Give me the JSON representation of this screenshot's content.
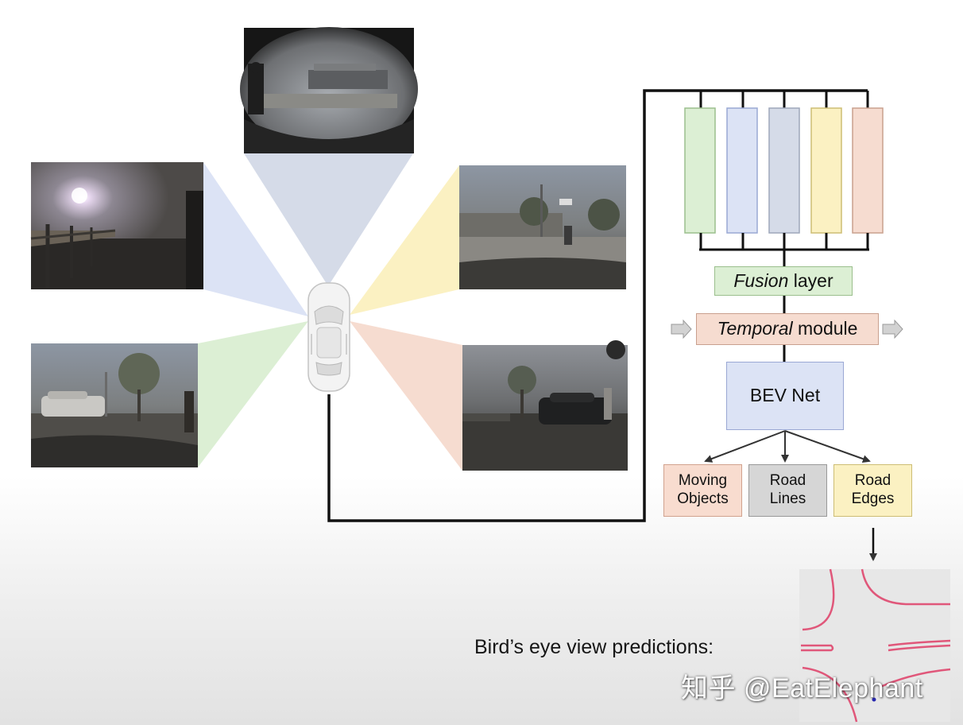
{
  "fusion": {
    "italic": "Fusion",
    "rest": " layer"
  },
  "temporal": {
    "italic": "Temporal",
    "rest": " module"
  },
  "bev_net": "BEV Net",
  "outputs": {
    "moving": "Moving\nObjects",
    "lines": "Road\nLines",
    "edges": "Road\nEdges"
  },
  "caption": "Bird’s eye view predictions:",
  "watermark": "知乎 @EatElephant",
  "colors": {
    "green": "#dcefd4",
    "blue": "#dce3f5",
    "slate": "#d5dbe8",
    "yellow": "#fbf1c2",
    "peach": "#f6dcd0",
    "bev_road": "#e0577a"
  },
  "icons": {
    "car": "car-topview-icon",
    "arrow": "gray-arrow-icon"
  }
}
